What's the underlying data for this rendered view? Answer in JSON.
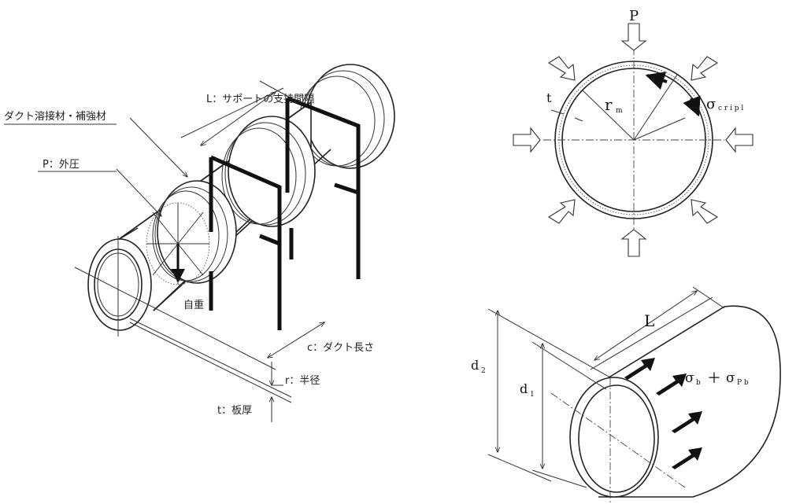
{
  "left": {
    "support_span": "L：サポートの支持間隔",
    "duct_weld": "ダクト溶接材・補強材",
    "external_pressure": "P：外圧",
    "self_weight": "自重",
    "duct_length": "c：ダクト長さ",
    "radius": "r：半径",
    "plate_thickness": "t：板厚"
  },
  "ring": {
    "pressure": "P",
    "thickness": "t",
    "mean_radius_main": "r",
    "mean_radius_sub": "m",
    "crippling_main": "σ",
    "crippling_sub": "c r i p l"
  },
  "cylinder": {
    "length": "L",
    "outer_d_main": "d",
    "outer_d_sub": "2",
    "inner_d_main": "d",
    "inner_d_sub": "1",
    "stress": "σ",
    "stress_b_sub": "b",
    "plus": "＋",
    "stress_pb": "σ",
    "stress_pb_sub": "P b"
  }
}
